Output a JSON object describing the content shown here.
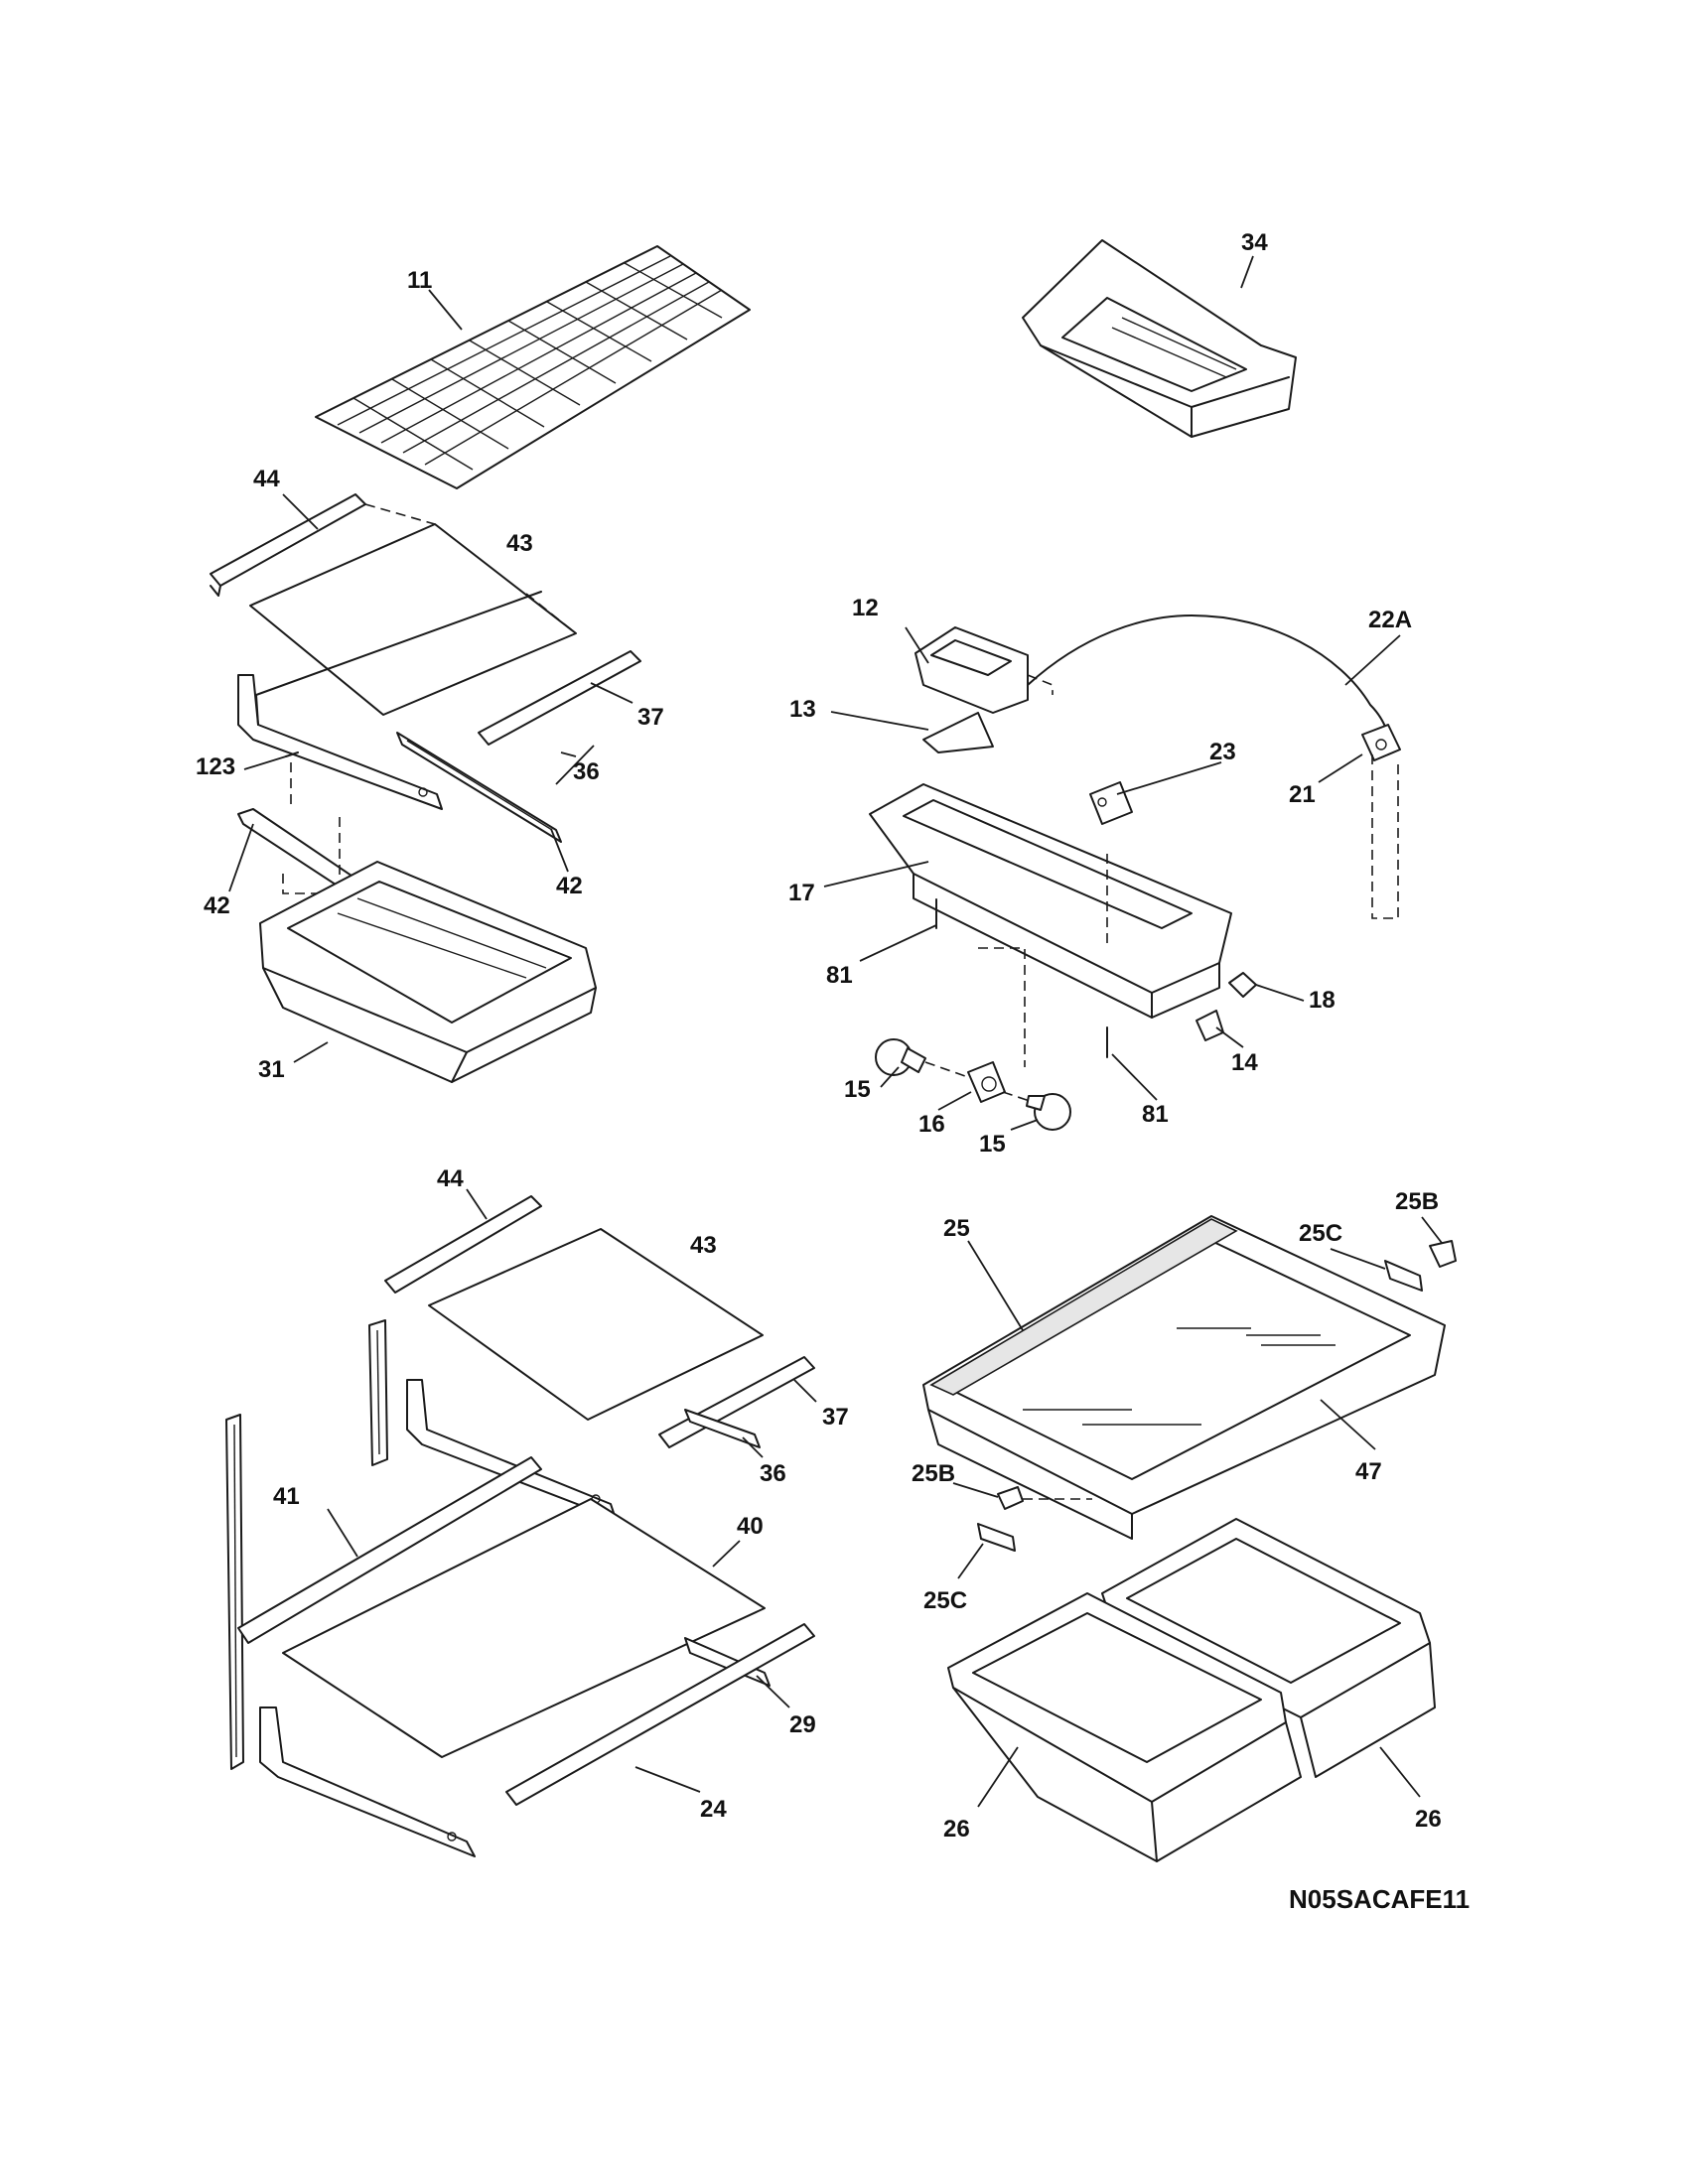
{
  "callouts": {
    "c11": "11",
    "c34": "34",
    "c44a": "44",
    "c43a": "43",
    "c37a": "37",
    "c36a": "36",
    "c123": "123",
    "c42a": "42",
    "c42b": "42",
    "c31": "31",
    "c12": "12",
    "c22a": "22A",
    "c13": "13",
    "c23": "23",
    "c21": "21",
    "c17": "17",
    "c81a": "81",
    "c18": "18",
    "c15a": "15",
    "c16": "16",
    "c14": "14",
    "c15b": "15",
    "c81b": "81",
    "c44b": "44",
    "c43b": "43",
    "c37b": "37",
    "c36b": "36",
    "c41": "41",
    "c40": "40",
    "c29": "29",
    "c24": "24",
    "c25": "25",
    "c25ca": "25C",
    "c25ba": "25B",
    "c47": "47",
    "c25bb": "25B",
    "c25cb": "25C",
    "c26a": "26",
    "c26b": "26"
  },
  "diagram_code": "N05SACAFE11"
}
